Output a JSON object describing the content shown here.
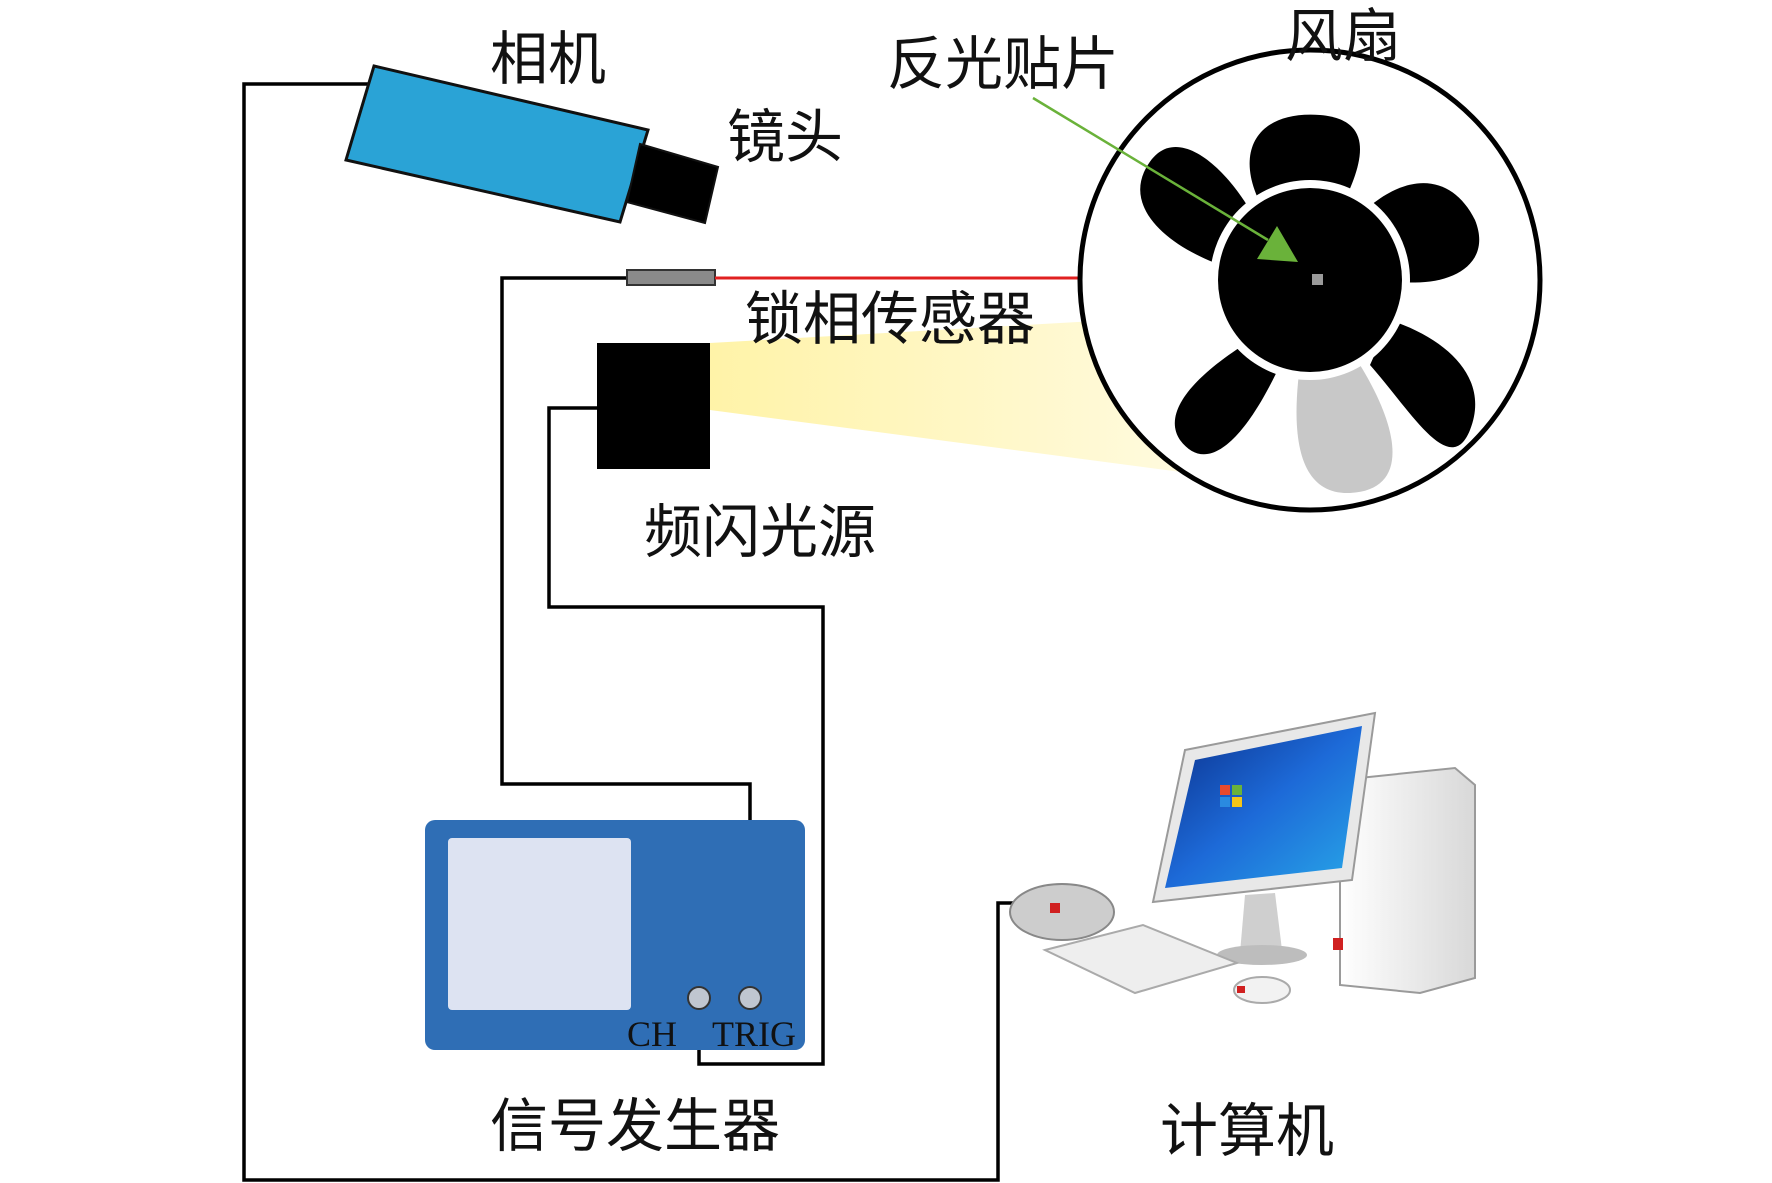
{
  "labels": {
    "camera": "相机",
    "lens": "镜头",
    "reflective_tape": "反光贴片",
    "fan": "风扇",
    "phase_lock_sensor": "锁相传感器",
    "strobe_light": "频闪光源",
    "signal_generator": "信号发生器",
    "computer": "计算机",
    "port_ch": "CH",
    "port_trig": "TRIG"
  },
  "colors": {
    "camera_body": "#2aa3d6",
    "laser_beam": "#e02020",
    "tape_arrow": "#6ab23a",
    "light_beam": "#fff4b8",
    "generator_body": "#2f6eb5",
    "generator_screen": "#dde3f2",
    "cable": "#000000",
    "fan_blade_dark": "#000000",
    "fan_blade_light": "#c8c8c8",
    "sensor_body": "#8a8a8a"
  }
}
